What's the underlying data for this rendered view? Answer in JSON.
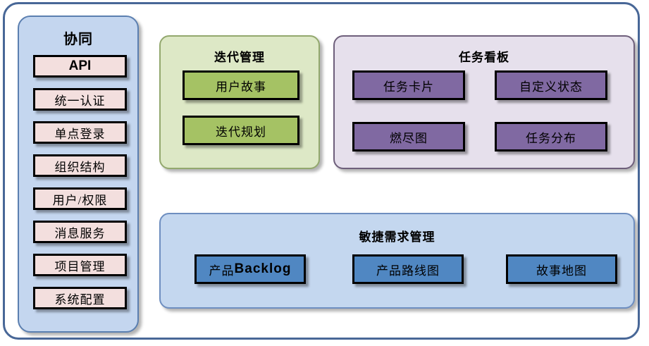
{
  "diagram": {
    "sidebar": {
      "title": "协同",
      "items": [
        {
          "label": "API",
          "latin": true
        },
        {
          "label": "统一认证",
          "latin": false
        },
        {
          "label": "单点登录",
          "latin": false
        },
        {
          "label": "组织结构",
          "latin": false
        },
        {
          "label": "用户/权限",
          "latin": false
        },
        {
          "label": "消息服务",
          "latin": false
        },
        {
          "label": "项目管理",
          "latin": false
        },
        {
          "label": "系统配置",
          "latin": false
        }
      ]
    },
    "iteration_panel": {
      "title": "迭代管理",
      "items": [
        {
          "label": "用户故事"
        },
        {
          "label": "迭代规划"
        }
      ]
    },
    "taskboard_panel": {
      "title": "任务看板",
      "items": [
        {
          "label": "任务卡片"
        },
        {
          "label": "自定义状态"
        },
        {
          "label": "燃尽图"
        },
        {
          "label": "任务分布"
        }
      ]
    },
    "agile_panel": {
      "title": "敏捷需求管理",
      "items": [
        {
          "label_cjk": "产品",
          "label_latin": "Backlog"
        },
        {
          "label_cjk": "产品路线图",
          "label_latin": ""
        },
        {
          "label_cjk": "故事地图",
          "label_latin": ""
        }
      ]
    },
    "colors": {
      "frame_border": "#486797",
      "sidebar_bg": "#c4d6ef",
      "sidebar_border": "#5b7fb0",
      "sidebar_node_bg": "#f3dfde",
      "iteration_bg": "#dde8c6",
      "iteration_border": "#93a86e",
      "iteration_node_bg": "#a5c264",
      "taskboard_bg": "#e6e0ec",
      "taskboard_border": "#6e5f7b",
      "taskboard_node_bg": "#8069a2",
      "agile_bg": "#c4d7ef",
      "agile_border": "#6e8ec0",
      "agile_node_bg": "#5087c2",
      "node_border": "#000000"
    }
  }
}
